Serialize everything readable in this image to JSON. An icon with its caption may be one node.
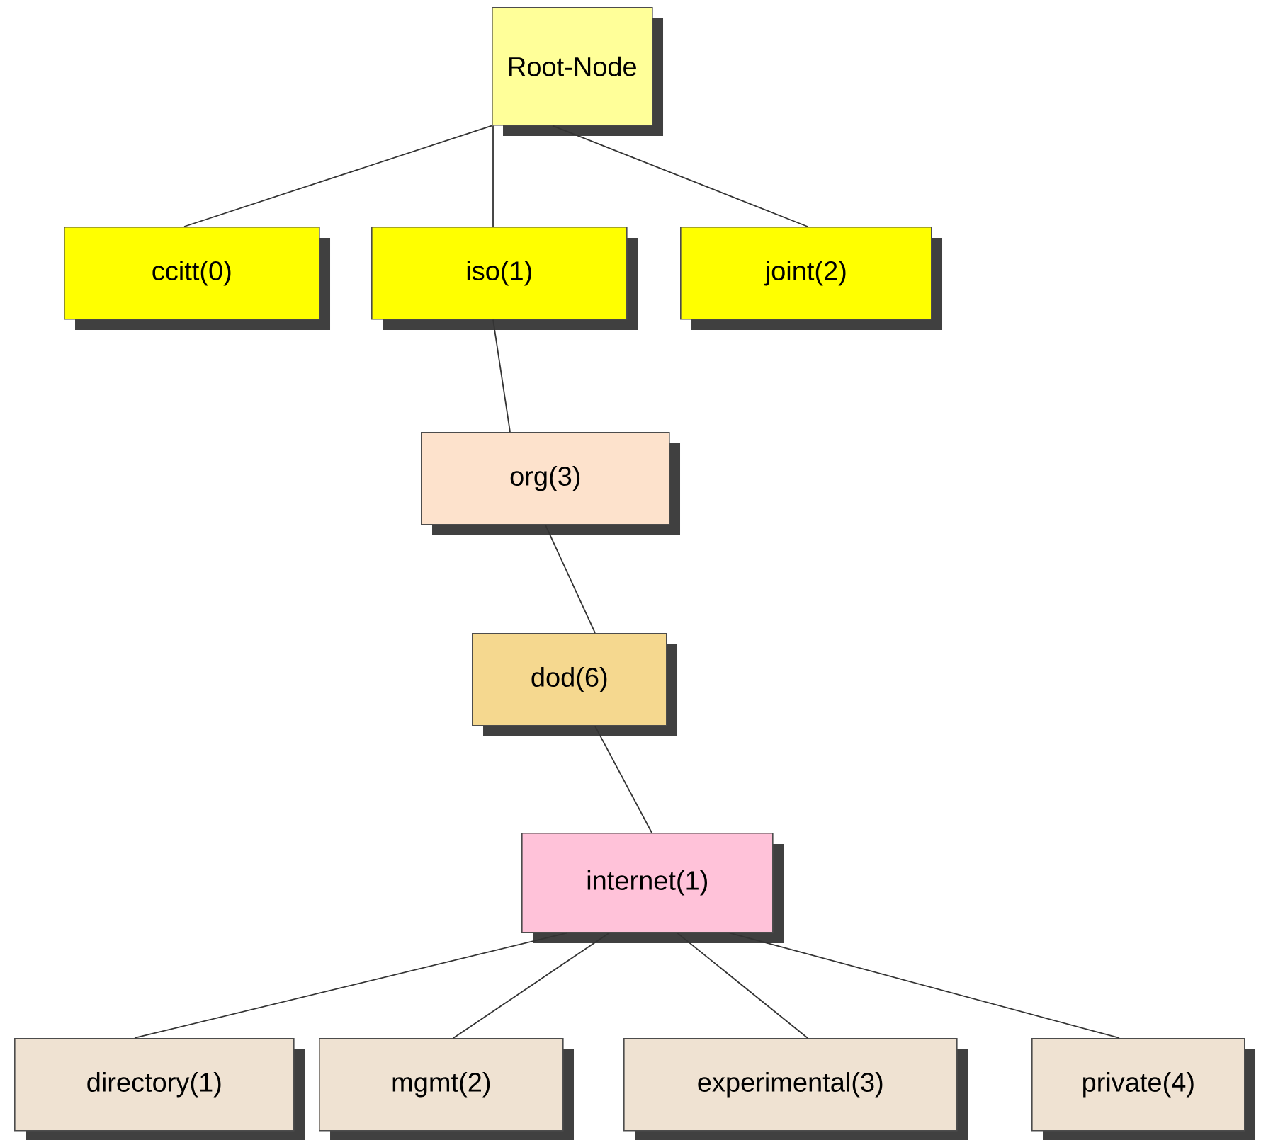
{
  "diagram": {
    "nodes": [
      {
        "text": [
          "Root-Node"
        ]
      },
      {
        "text": [
          "ccitt(0)"
        ]
      },
      {
        "text": [
          "iso(1)"
        ]
      },
      {
        "text": [
          "joint(2)"
        ]
      },
      {
        "text": [
          "org(3)"
        ]
      },
      {
        "text": [
          "dod(6)"
        ]
      },
      {
        "text": [
          "internet(1)"
        ]
      },
      {
        "text": [
          "directory(1)"
        ]
      },
      {
        "text": [
          "mgmt(2)"
        ]
      },
      {
        "text": [
          "experimental(3)"
        ]
      },
      {
        "text": [
          "private(4)"
        ]
      }
    ],
    "edges": [
      {
        "from": 0,
        "to": 1,
        "arrow": "none"
      },
      {
        "from": 0,
        "to": 2,
        "arrow": "none"
      },
      {
        "from": 0,
        "to": 3,
        "arrow": "none"
      },
      {
        "from": 2,
        "to": 4,
        "arrow": "none"
      },
      {
        "from": 4,
        "to": 5,
        "arrow": "none"
      },
      {
        "from": 5,
        "to": 6,
        "arrow": "none"
      },
      {
        "from": 6,
        "to": 7,
        "arrow": "none"
      },
      {
        "from": 6,
        "to": 8,
        "arrow": "none"
      },
      {
        "from": 6,
        "to": 9,
        "arrow": "none"
      },
      {
        "from": 6,
        "to": 10,
        "arrow": "none"
      }
    ]
  }
}
